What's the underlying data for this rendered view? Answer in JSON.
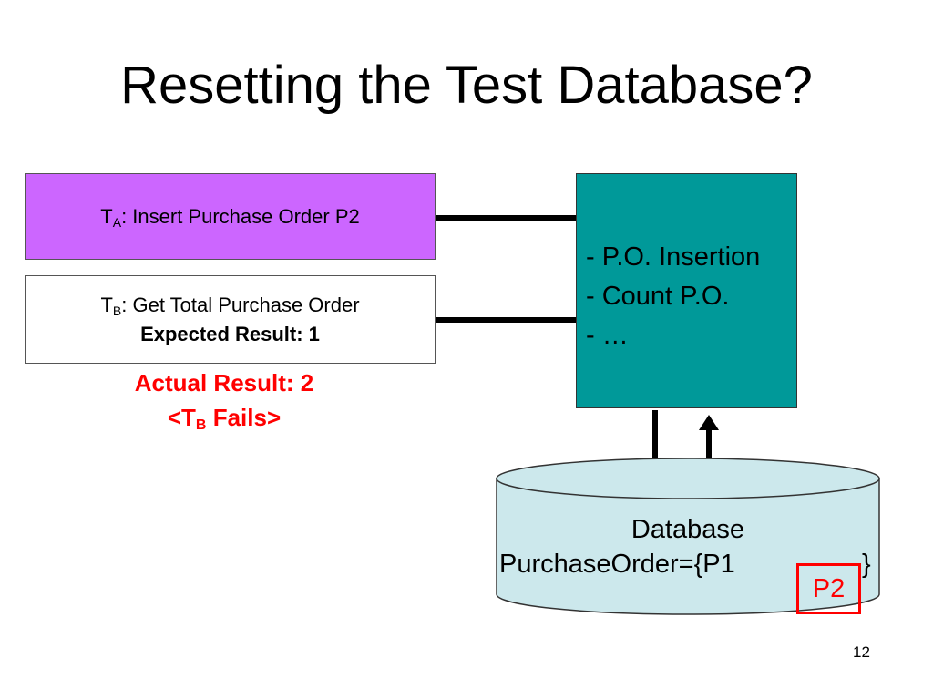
{
  "slide": {
    "title": "Resetting the Test Database?",
    "page_number": "12"
  },
  "test_a": {
    "letter": "T",
    "subscript": "A",
    "text": ": Insert Purchase Order P2",
    "fill_color": "#cc66ff"
  },
  "test_b": {
    "letter": "T",
    "subscript": "B",
    "text": ": Get Total Purchase Order",
    "expected": "Expected Result: 1"
  },
  "actual": {
    "line1": "Actual Result: 2",
    "prefix": "<T",
    "subscript": "B",
    "suffix": " Fails>",
    "color": "#ff0000"
  },
  "module": {
    "items": [
      "- P.O. Insertion",
      "- Count P.O.",
      "- …"
    ],
    "fill_color": "#009999"
  },
  "database": {
    "label": "Database",
    "content": "PurchaseOrder={P1",
    "closing": "}",
    "highlight": "P2",
    "fill_color": "#cce8ec",
    "highlight_color": "#ff0000"
  }
}
